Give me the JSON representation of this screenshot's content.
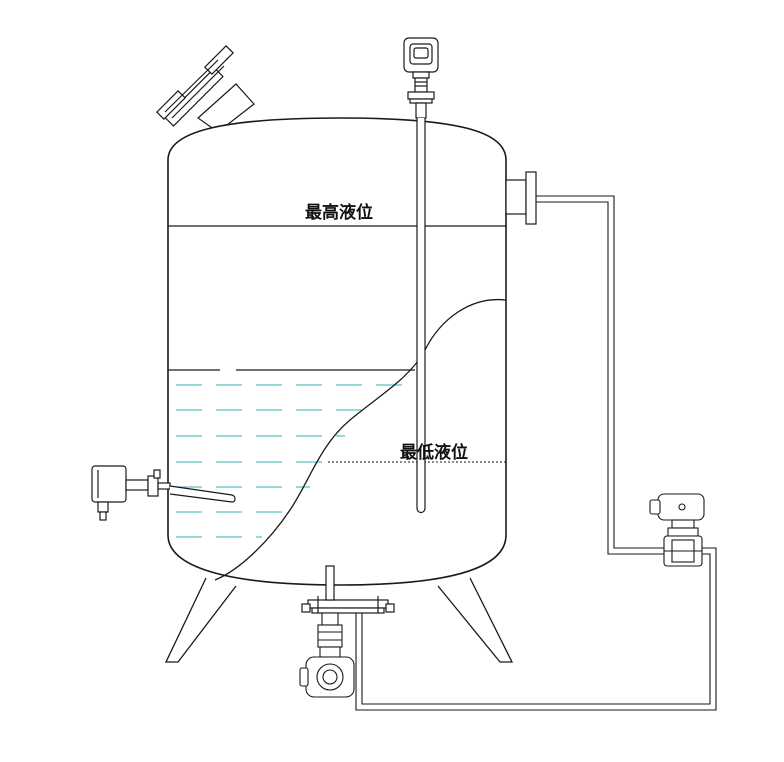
{
  "labels": {
    "max_level": "最高液位",
    "min_level": "最低液位"
  },
  "colors": {
    "outline": "#1a1a1a",
    "liquid_dash": "#5cc2c7",
    "background": "#ffffff"
  },
  "components": {
    "vessel": "vertical-storage-tank",
    "top_gauge": "radar-level-gauge-icon",
    "side_sensor": "temperature-sensor-icon",
    "right_transmitter": "differential-pressure-transmitter-icon",
    "bottom_transmitter": "pressure-transmitter-icon"
  }
}
